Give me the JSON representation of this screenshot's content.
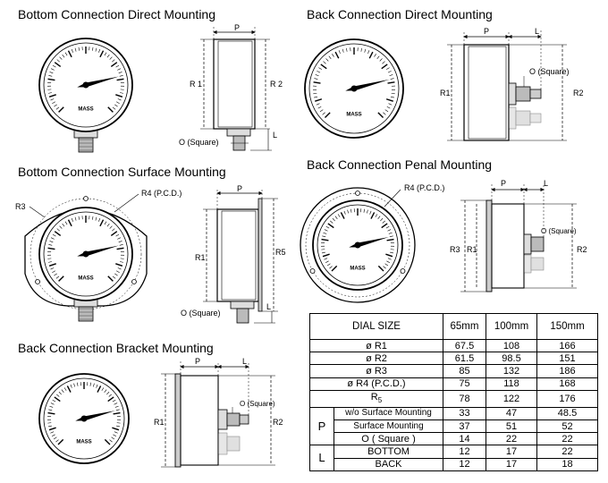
{
  "titles": {
    "bottom_direct": "Bottom Connection Direct Mounting",
    "back_direct": "Back Connection Direct Mounting",
    "bottom_surface": "Bottom Connection Surface Mounting",
    "back_panel": "Back Connection Penal Mounting",
    "back_bracket": "Back Connection Bracket Mounting"
  },
  "gauge": {
    "brand": "MASS"
  },
  "labels": {
    "p": "P",
    "l": "L",
    "r1": "R 1",
    "r2": "R 2",
    "r1b": "R1",
    "r2b": "R2",
    "r3": "R3",
    "r5": "R5",
    "r4": "R4 (P.C.D.)",
    "o_square": "O (Square)",
    "o_square_paren": "O (Square)"
  },
  "table": {
    "header": {
      "col0": "DIAL SIZE",
      "sizes": [
        "65mm",
        "100mm",
        "150mm"
      ]
    },
    "rows": [
      {
        "label": "ø R1",
        "values": [
          "67.5",
          "108",
          "166"
        ]
      },
      {
        "label": "ø R2",
        "values": [
          "61.5",
          "98.5",
          "151"
        ]
      },
      {
        "label": "ø R3",
        "values": [
          "85",
          "132",
          "186"
        ]
      },
      {
        "label": "ø R4 (P.C.D.)",
        "values": [
          "75",
          "118",
          "168"
        ]
      },
      {
        "label": "R",
        "sub": "5",
        "values": [
          "78",
          "122",
          "176"
        ]
      }
    ],
    "p_group": {
      "label": "P",
      "rows": [
        {
          "label": "w/o Surface Mounting",
          "values": [
            "33",
            "47",
            "48.5"
          ]
        },
        {
          "label": "Surface Mounting",
          "values": [
            "37",
            "51",
            "52"
          ]
        },
        {
          "label": "O ( Square )",
          "values": [
            "14",
            "22",
            "22"
          ]
        }
      ]
    },
    "l_group": {
      "label": "L",
      "rows": [
        {
          "label": "BOTTOM",
          "values": [
            "12",
            "17",
            "22"
          ]
        },
        {
          "label": "BACK",
          "values": [
            "12",
            "17",
            "18"
          ]
        }
      ]
    }
  }
}
